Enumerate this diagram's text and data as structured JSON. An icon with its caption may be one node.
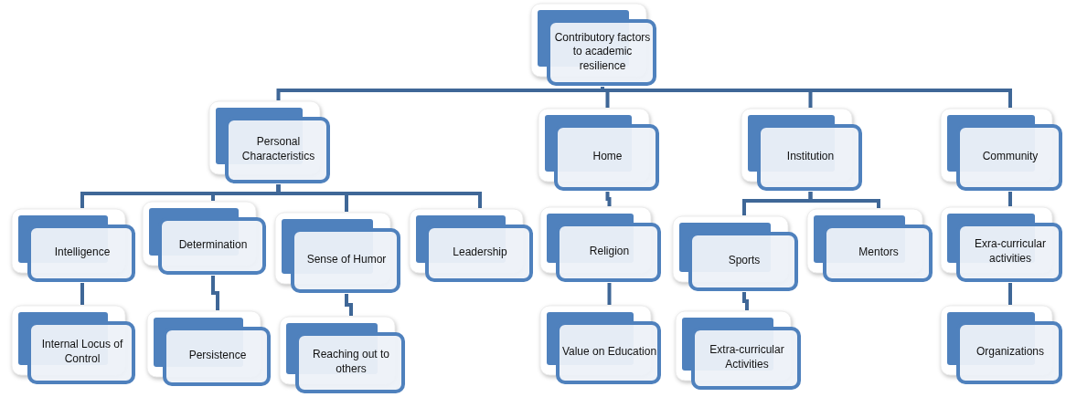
{
  "diagram": {
    "nodes": [
      {
        "text": [
          "Contributory factors to academic resilience"
        ]
      },
      {
        "text": [
          "Personal Characteristics"
        ]
      },
      {
        "text": [
          "Home"
        ]
      },
      {
        "text": [
          "Institution"
        ]
      },
      {
        "text": [
          "Community"
        ]
      },
      {
        "text": [
          "Intelligence"
        ]
      },
      {
        "text": [
          "Determination"
        ]
      },
      {
        "text": [
          "Sense of Humor"
        ]
      },
      {
        "text": [
          "Leadership"
        ]
      },
      {
        "text": [
          "Religion"
        ]
      },
      {
        "text": [
          "Sports"
        ]
      },
      {
        "text": [
          "Mentors"
        ]
      },
      {
        "text": [
          "Exra-curricular activities"
        ]
      },
      {
        "text": [
          "Internal Locus of Control"
        ]
      },
      {
        "text": [
          "Persistence"
        ]
      },
      {
        "text": [
          "Reaching out to others"
        ]
      },
      {
        "text": [
          "Value on Education"
        ]
      },
      {
        "text": [
          "Extra-curricular Activities"
        ]
      },
      {
        "text": [
          "Organizations"
        ]
      }
    ],
    "edges": [
      {
        "from": 0,
        "to": 1,
        "arrow": "none"
      },
      {
        "from": 0,
        "to": 2,
        "arrow": "none"
      },
      {
        "from": 0,
        "to": 3,
        "arrow": "none"
      },
      {
        "from": 0,
        "to": 4,
        "arrow": "none"
      },
      {
        "from": 1,
        "to": 5,
        "arrow": "none"
      },
      {
        "from": 1,
        "to": 6,
        "arrow": "none"
      },
      {
        "from": 1,
        "to": 7,
        "arrow": "none"
      },
      {
        "from": 1,
        "to": 8,
        "arrow": "none"
      },
      {
        "from": 2,
        "to": 9,
        "arrow": "none"
      },
      {
        "from": 3,
        "to": 10,
        "arrow": "none"
      },
      {
        "from": 3,
        "to": 11,
        "arrow": "none"
      },
      {
        "from": 4,
        "to": 12,
        "arrow": "none"
      },
      {
        "from": 5,
        "to": 13,
        "arrow": "none"
      },
      {
        "from": 6,
        "to": 14,
        "arrow": "none"
      },
      {
        "from": 7,
        "to": 15,
        "arrow": "none"
      },
      {
        "from": 9,
        "to": 16,
        "arrow": "none"
      },
      {
        "from": 10,
        "to": 17,
        "arrow": "none"
      },
      {
        "from": 12,
        "to": 18,
        "arrow": "none"
      }
    ]
  }
}
